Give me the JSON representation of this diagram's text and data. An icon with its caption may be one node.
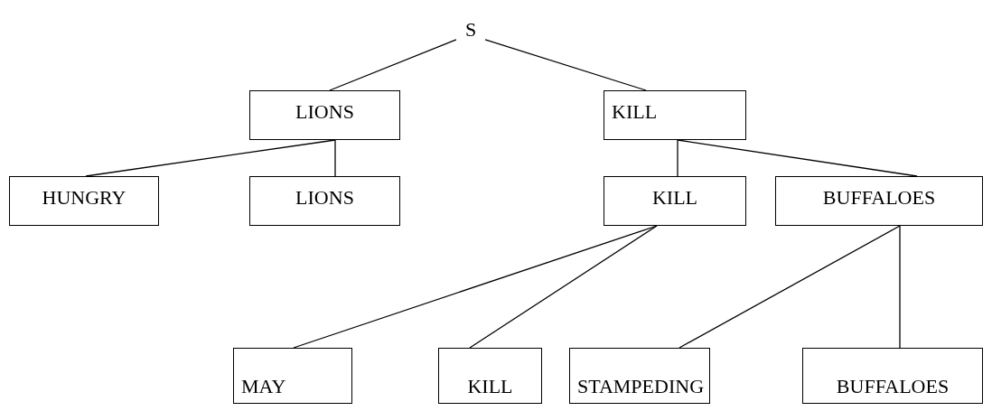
{
  "diagram": {
    "nodes": [
      {
        "text": [
          "S"
        ]
      },
      {
        "text": [
          "LIONS"
        ]
      },
      {
        "text": [
          "KILL"
        ]
      },
      {
        "text": [
          "HUNGRY"
        ]
      },
      {
        "text": [
          "LIONS"
        ]
      },
      {
        "text": [
          "KILL"
        ]
      },
      {
        "text": [
          "BUFFALOES"
        ]
      },
      {
        "text": [
          "MAY"
        ]
      },
      {
        "text": [
          "KILL"
        ]
      },
      {
        "text": [
          "STAMPEDING"
        ]
      },
      {
        "text": [
          "BUFFALOES"
        ]
      }
    ],
    "edges": [
      {
        "from": 0,
        "to": 1,
        "arrow": "none"
      },
      {
        "from": 0,
        "to": 2,
        "arrow": "none"
      },
      {
        "from": 1,
        "to": 3,
        "arrow": "none"
      },
      {
        "from": 1,
        "to": 4,
        "arrow": "none"
      },
      {
        "from": 2,
        "to": 5,
        "arrow": "none"
      },
      {
        "from": 2,
        "to": 6,
        "arrow": "none"
      },
      {
        "from": 5,
        "to": 7,
        "arrow": "none"
      },
      {
        "from": 5,
        "to": 8,
        "arrow": "none"
      },
      {
        "from": 6,
        "to": 9,
        "arrow": "none"
      },
      {
        "from": 6,
        "to": 10,
        "arrow": "none"
      }
    ]
  }
}
